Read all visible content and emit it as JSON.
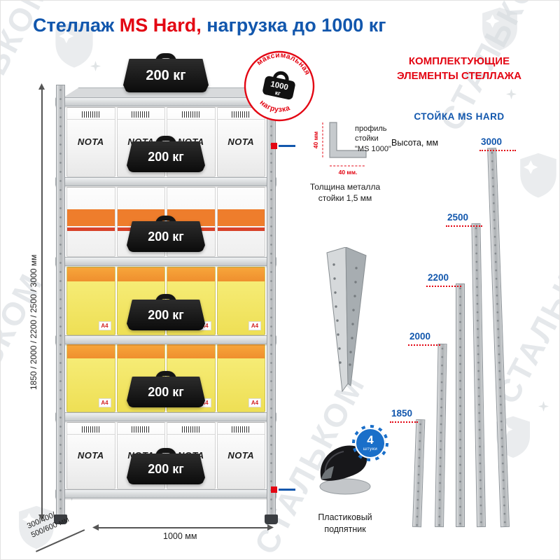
{
  "title": {
    "part1": "Стеллаж ",
    "part2": "MS Hard,",
    "part3": " нагрузка до 1000 кг"
  },
  "watermark": {
    "text": "СТАЛЬКОМ"
  },
  "rack": {
    "weights": [
      "200 кг",
      "200 кг",
      "200 кг",
      "200 кг",
      "200 кг",
      "200 кг"
    ],
    "badge": {
      "arc_top": "максимальная",
      "center_line1": "1000",
      "center_line2": "кг",
      "arc_bottom": "нагрузка"
    },
    "box_brand": "NOTA",
    "paper_label": "A4",
    "dims": {
      "height": "1850 / 2000 / 2200 / 2500 / 3000 мм",
      "depth_line1": "300/400/",
      "depth_line2": "500/600 мм",
      "width": "1000 мм"
    }
  },
  "middle": {
    "profile": {
      "label_line1": "профиль",
      "label_line2": "стойки",
      "label_line3": "\"MS 1000\"",
      "dim_vertical": "40 мм",
      "dim_horizontal": "40 мм.",
      "thickness_line1": "Толщина металла",
      "thickness_line2": "стойки 1,5 мм"
    },
    "foot": {
      "badge_count": "4",
      "badge_unit": "штуки",
      "label_line1": "Пластиковый",
      "label_line2": "подпятник"
    }
  },
  "right": {
    "heading_line1": "КОМПЛЕКТУЮЩИЕ",
    "heading_line2": "ЭЛЕМЕНТЫ СТЕЛЛАЖА",
    "subheading": "СТОЙКА MS HARD",
    "height_label": "Высота, мм",
    "post_heights": [
      "3000",
      "2500",
      "2200",
      "2000",
      "1850"
    ]
  }
}
